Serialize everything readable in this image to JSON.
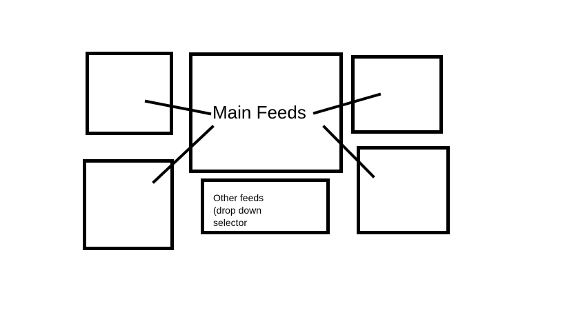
{
  "diagram": {
    "main_label": "Main Feeds",
    "other_feeds_lines": [
      "Other feeds",
      "(drop down",
      "selector"
    ]
  },
  "colors": {
    "stroke": "#000000",
    "background": "#ffffff"
  }
}
